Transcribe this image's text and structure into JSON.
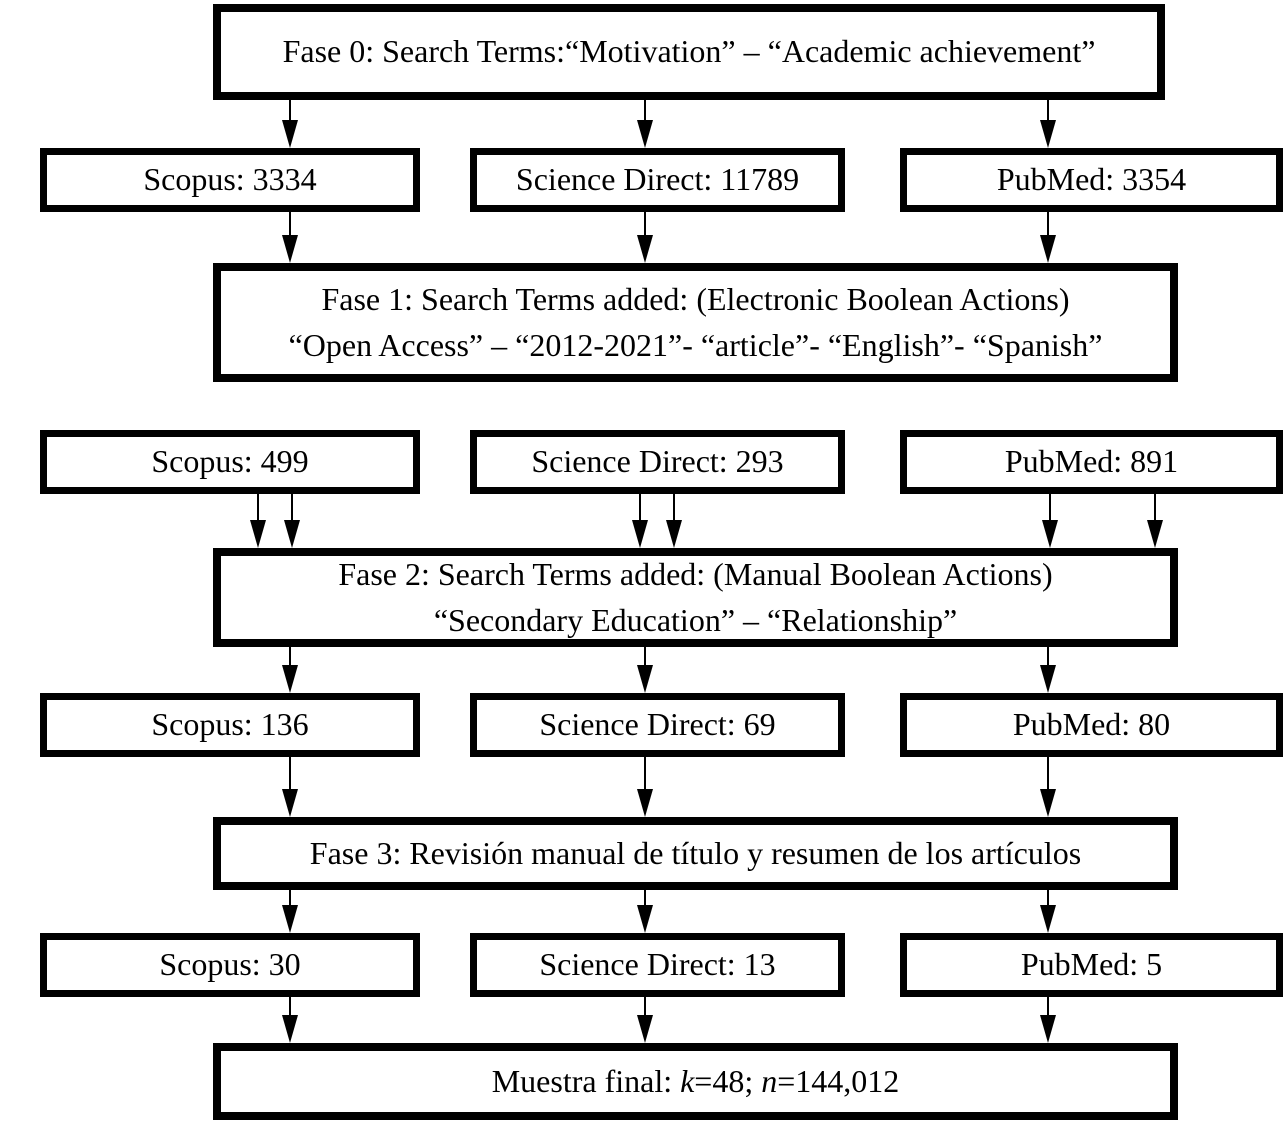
{
  "flowchart": {
    "colors": {
      "border": "#000000",
      "fill": "#ffffff",
      "text": "#000000"
    },
    "fase0": {
      "line1": "Fase 0: Search Terms:“Motivation” – “Academic achievement”"
    },
    "row1": {
      "scopus": "Scopus: 3334",
      "science_direct": "Science Direct: 11789",
      "pubmed": "PubMed: 3354"
    },
    "fase1": {
      "line1": "Fase 1: Search Terms added: (Electronic Boolean Actions)",
      "line2": "“Open Access” – “2012-2021”- “article”- “English”- “Spanish”"
    },
    "row2": {
      "scopus": "Scopus: 499",
      "science_direct": "Science Direct: 293",
      "pubmed": "PubMed: 891"
    },
    "fase2": {
      "line1": "Fase 2: Search Terms added: (Manual Boolean Actions)",
      "line2": "“Secondary Education” – “Relationship”"
    },
    "row3": {
      "scopus": "Scopus: 136",
      "science_direct": "Science Direct: 69",
      "pubmed": "PubMed: 80"
    },
    "fase3": {
      "line1": "Fase 3: Revisión manual de título y resumen de los artículos"
    },
    "row4": {
      "scopus": "Scopus: 30",
      "science_direct": "Science Direct: 13",
      "pubmed": "PubMed: 5"
    },
    "final": {
      "prefix": "Muestra final: ",
      "k_var": "k",
      "k_rest": "=48; ",
      "n_var": "n",
      "n_rest": "=144,012"
    }
  }
}
